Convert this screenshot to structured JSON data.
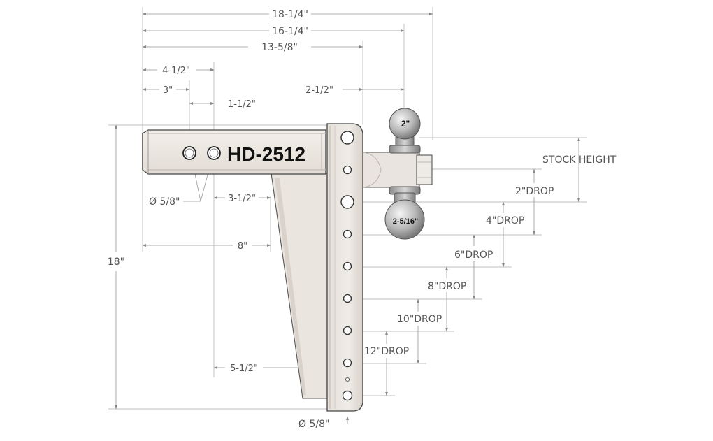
{
  "model": {
    "label": "HD-2512"
  },
  "balls": {
    "top_size": "2\"",
    "bottom_size": "2-5/16\""
  },
  "dimensions": {
    "overall_length": "18-1/4\"",
    "shank_to_ball_center": "16-1/4\"",
    "shank_to_post_face": "13-5/8\"",
    "hole_spacing_outer": "4-1/2\"",
    "hole_spacing_inner": "3\"",
    "hole_offset": "1-1/2\"",
    "ball_offset": "2-1/2\"",
    "shank_hole_diameter": "Ø 5/8\"",
    "gusset_offset": "3-1/2\"",
    "shank_length": "8\"",
    "bottom_offset": "5-1/2\"",
    "overall_height": "18\"",
    "post_hole_diameter": "Ø 5/8\""
  },
  "drops": {
    "stock_height": "STOCK HEIGHT",
    "drop_2": "2\"DROP",
    "drop_4": "4\"DROP",
    "drop_6": "6\"DROP",
    "drop_8": "8\"DROP",
    "drop_10": "10\"DROP",
    "drop_12": "12\"DROP"
  },
  "colors": {
    "steel": "#e9e4df",
    "steel_shadow": "#cfc8c1",
    "ball": "#b9b9b9",
    "ball_highlight": "#f2f2f2",
    "dimension": "#999999"
  }
}
